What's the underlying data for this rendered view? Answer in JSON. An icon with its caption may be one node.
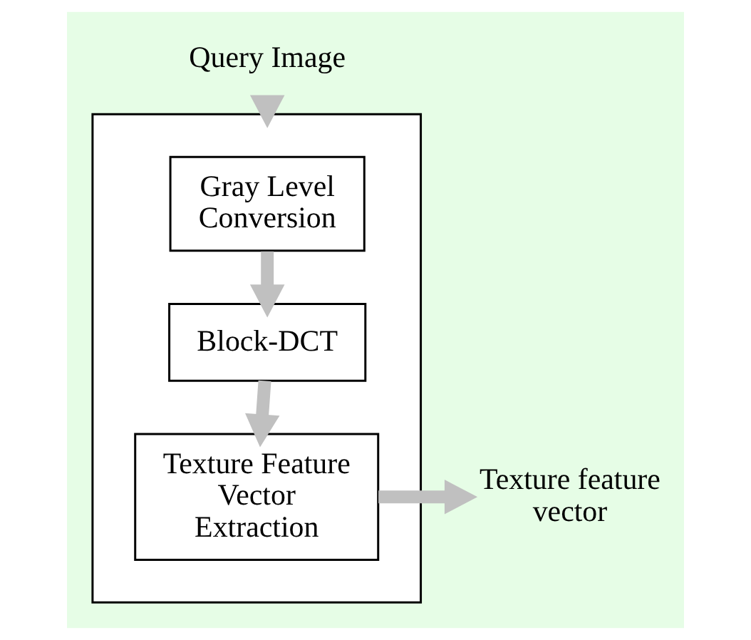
{
  "diagram": {
    "nodes": [
      {
        "text": [
          "Query Image"
        ]
      },
      {
        "text": [],
        "shape": "box"
      },
      {
        "text": [
          "Gray Level Conversion"
        ],
        "in": 1
      },
      {
        "text": [
          "Block-DCT"
        ],
        "in": 1
      },
      {
        "text": [
          "Texture Feature Vector Extraction"
        ],
        "in": 1
      },
      {
        "text": [
          "Texture feature vector"
        ]
      }
    ],
    "edges": [
      {
        "from": 0,
        "to": 1,
        "arrow": "to"
      },
      {
        "from": 2,
        "to": 3,
        "arrow": "to"
      },
      {
        "from": 3,
        "to": 4,
        "arrow": "to"
      },
      {
        "from": 4,
        "to": 5,
        "arrow": "to"
      }
    ]
  }
}
